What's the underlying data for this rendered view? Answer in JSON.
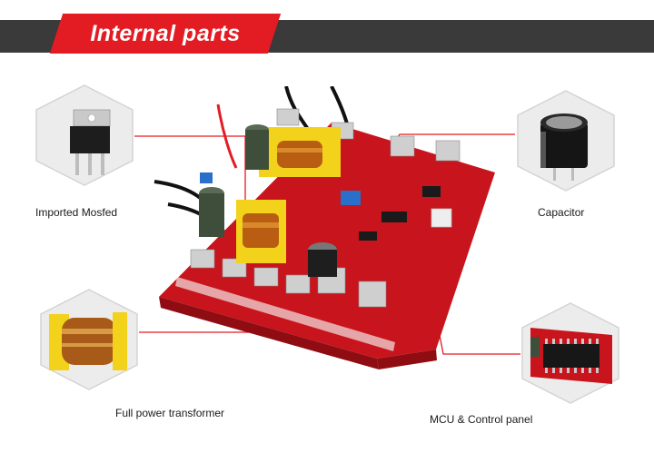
{
  "banner": {
    "title": "Internal parts"
  },
  "components": [
    {
      "label": "Imported Mosfed",
      "icon": "mosfet-icon"
    },
    {
      "label": "Capacitor",
      "icon": "capacitor-icon"
    },
    {
      "label": "Full power transformer",
      "icon": "transformer-icon"
    },
    {
      "label": "MCU & Control panel",
      "icon": "chip-icon"
    }
  ],
  "colors": {
    "accent": "#e31b23",
    "banner_dark": "#3a3a3a",
    "board": "#c8141c"
  }
}
